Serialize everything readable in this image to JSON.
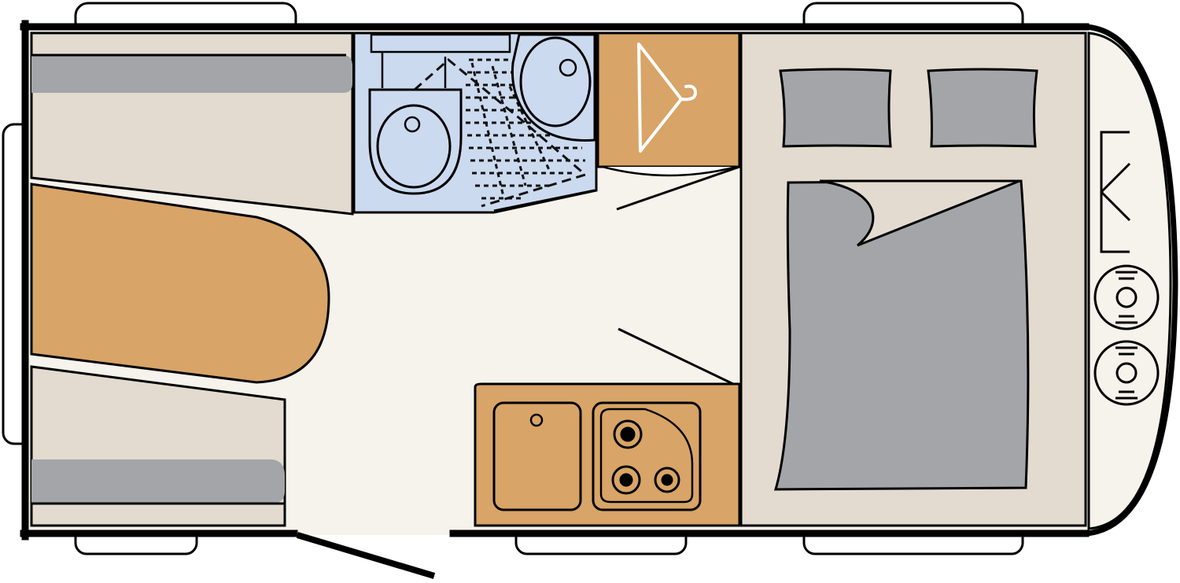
{
  "plan": {
    "type": "caravan-floor-plan",
    "colors": {
      "floor": "#f6f2ec",
      "upholstery_beige": "#e3dbd0",
      "cushion_grey": "#a3a5a8",
      "wood": "#d8a467",
      "bathroom_blue": "#ccdaef",
      "outline": "#000000",
      "window": "#ffffff"
    },
    "zones": [
      {
        "id": "front-seating",
        "icon": "sofa"
      },
      {
        "id": "dinette-table",
        "icon": "table"
      },
      {
        "id": "washroom",
        "icon": "toilet-basin-shower"
      },
      {
        "id": "wardrobe",
        "icon": "hanger"
      },
      {
        "id": "kitchen",
        "icon": "sink-hob"
      },
      {
        "id": "rear-bedroom",
        "icon": "double-bed"
      },
      {
        "id": "rear-storage",
        "icon": "gas-bottles"
      }
    ]
  }
}
